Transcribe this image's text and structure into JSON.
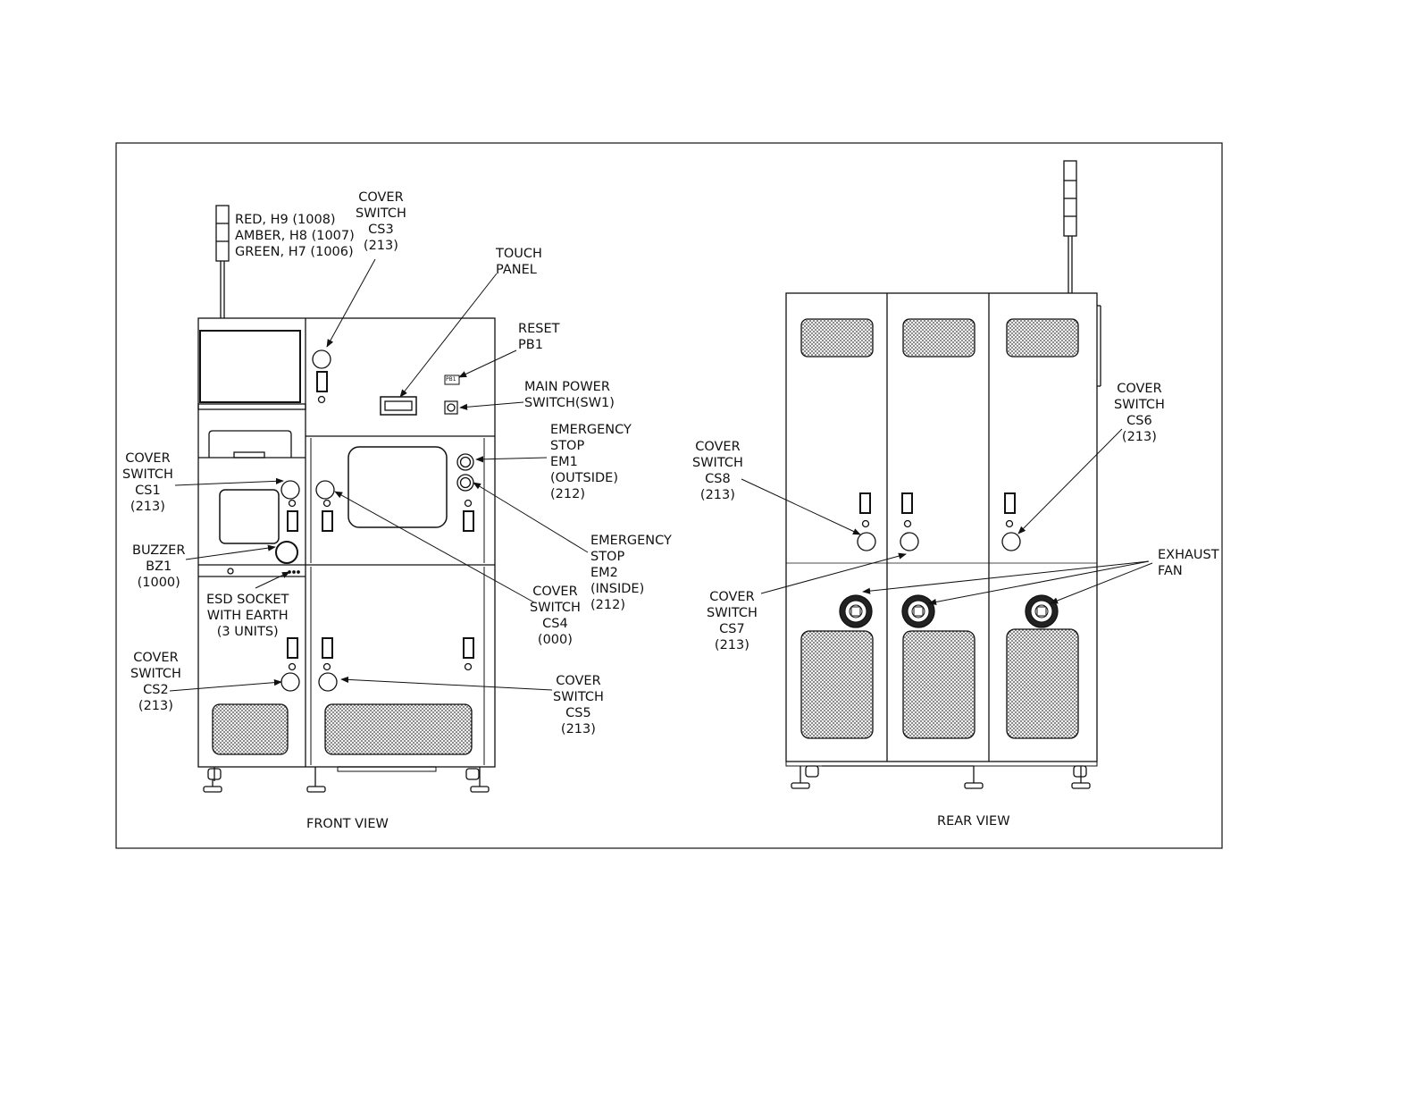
{
  "front_view": {
    "title": "FRONT VIEW",
    "labels": {
      "signal_tower": "RED, H9 (1008)\nAMBER, H8 (1007)\nGREEN, H7 (1006)",
      "cs3": "COVER\nSWITCH\nCS3\n(213)",
      "touch_panel": "TOUCH\nPANEL",
      "reset": "RESET\nPB1",
      "pb1_tag": "PB1",
      "main_power": "MAIN POWER\nSWITCH(SW1)",
      "em1": "EMERGENCY\nSTOP\nEM1\n(OUTSIDE)\n(212)",
      "em2": "EMERGENCY\nSTOP\nEM2\n(INSIDE)\n(212)",
      "cs1": "COVER\nSWITCH\nCS1\n(213)",
      "buzzer": "BUZZER\nBZ1\n(1000)",
      "esd": "ESD SOCKET\nWITH EARTH\n(3 UNITS)",
      "cs4": "COVER\nSWITCH\nCS4\n(000)",
      "cs2": "COVER\nSWITCH\nCS2\n(213)",
      "cs5": "COVER\nSWITCH\nCS5\n(213)"
    }
  },
  "rear_view": {
    "title": "REAR VIEW",
    "labels": {
      "cs6": "COVER\nSWITCH\nCS6\n(213)",
      "cs8": "COVER\nSWITCH\nCS8\n(213)",
      "cs7": "COVER\nSWITCH\nCS7\n(213)",
      "exhaust_fan": "EXHAUST\nFAN"
    }
  }
}
